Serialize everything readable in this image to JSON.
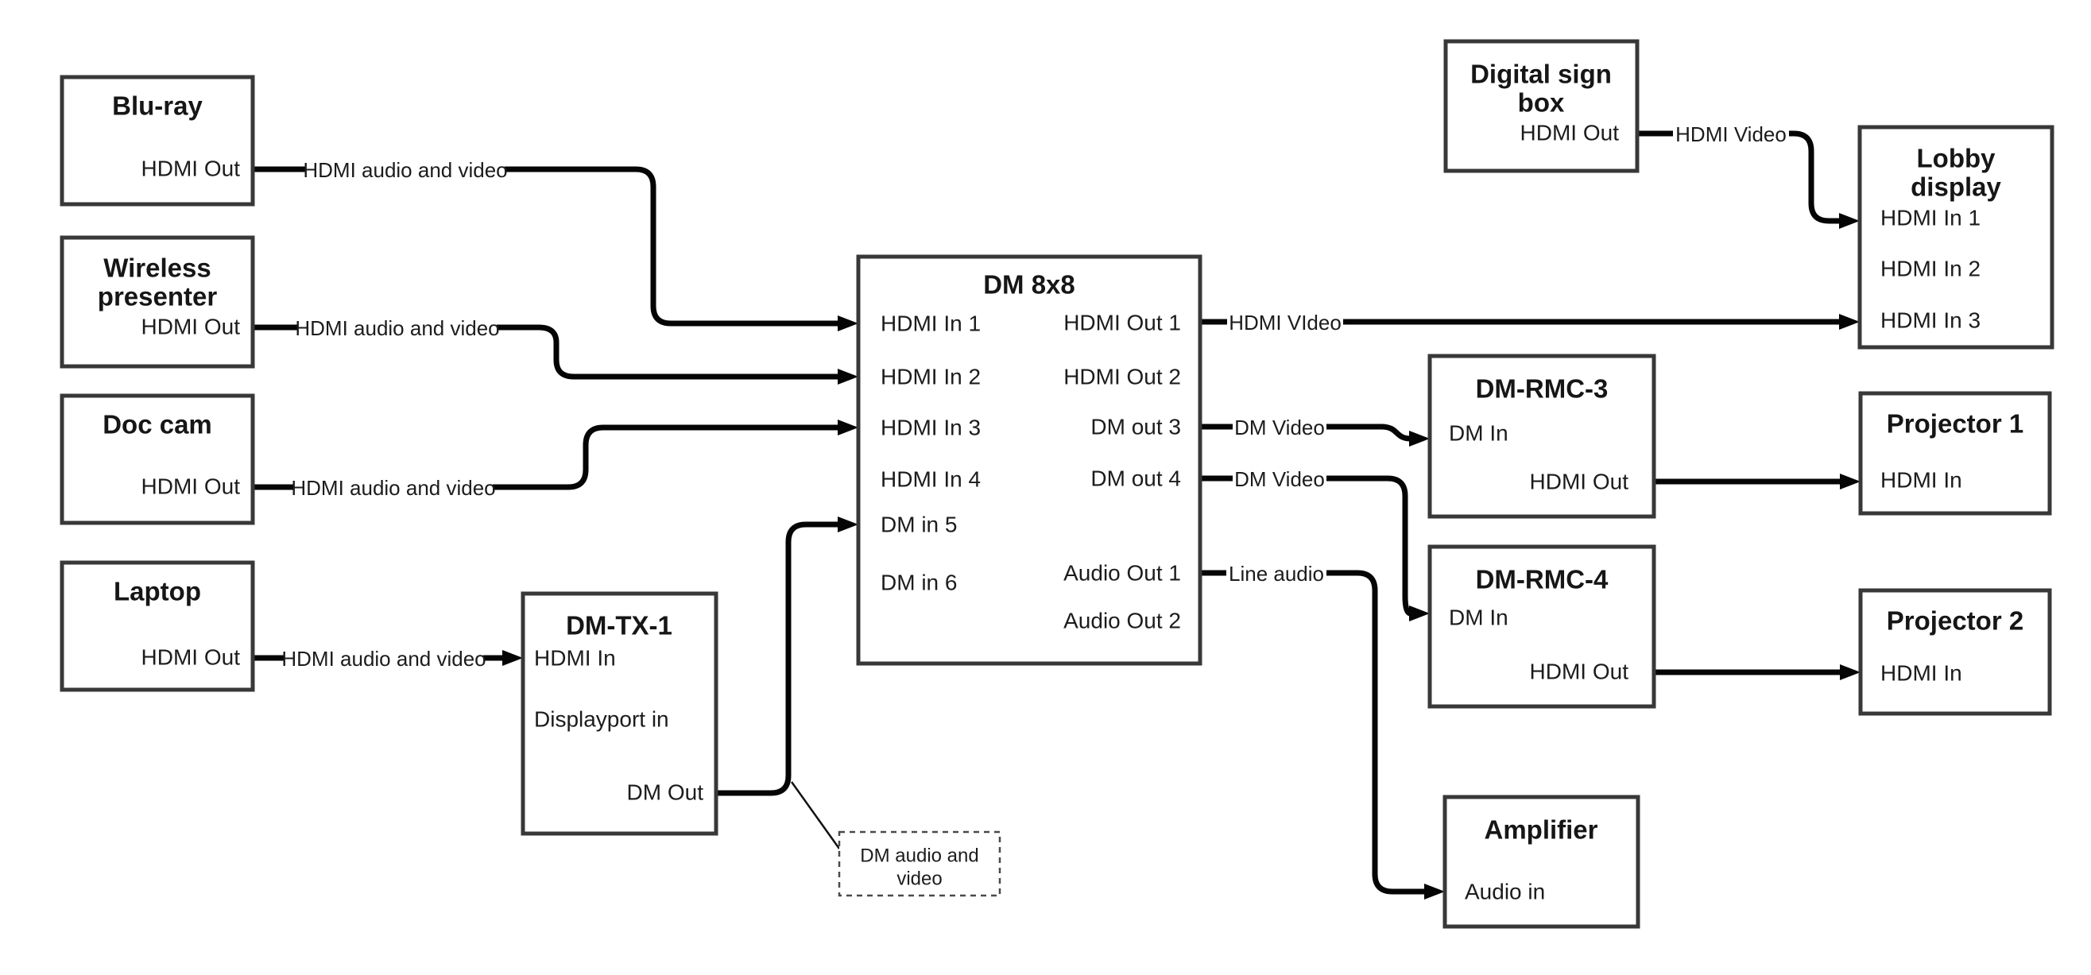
{
  "diagram_type": "av-signal-flow-diagram",
  "colors": {
    "background": "#ffffff",
    "wire": "#050505",
    "box_border": "#383838",
    "text": "#1c1c1c"
  },
  "nodes": {
    "bluray": {
      "title": "Blu-ray",
      "port_out": "HDMI Out"
    },
    "wireless": {
      "title1": "Wireless",
      "title2": "presenter",
      "port_out": "HDMI Out"
    },
    "doc_cam": {
      "title": "Doc cam",
      "port_out": "HDMI Out"
    },
    "laptop": {
      "title": "Laptop",
      "port_out": "HDMI Out"
    },
    "dm_tx_1": {
      "title": "DM-TX-1",
      "port_hdmi_in": "HDMI In",
      "port_dp_in": "Displayport in",
      "port_dm_out": "DM Out"
    },
    "dm_8x8": {
      "title": "DM 8x8",
      "in1": "HDMI In 1",
      "in2": "HDMI In 2",
      "in3": "HDMI In 3",
      "in4": "HDMI In 4",
      "in5": "DM in 5",
      "in6": "DM in 6",
      "out1": "HDMI Out 1",
      "out2": "HDMI Out 2",
      "out3": "DM out 3",
      "out4": "DM out 4",
      "aout1": "Audio Out 1",
      "aout2": "Audio Out 2"
    },
    "digital_sign": {
      "title1": "Digital sign",
      "title2": "box",
      "port_out": "HDMI Out"
    },
    "lobby_display": {
      "title1": "Lobby",
      "title2": "display",
      "in1": "HDMI In 1",
      "in2": "HDMI In 2",
      "in3": "HDMI In 3"
    },
    "dm_rmc_3": {
      "title": "DM-RMC-3",
      "port_in": "DM In",
      "port_out": "HDMI Out"
    },
    "dm_rmc_4": {
      "title": "DM-RMC-4",
      "port_in": "DM In",
      "port_out": "HDMI Out"
    },
    "projector_1": {
      "title": "Projector 1",
      "port_in": "HDMI In"
    },
    "projector_2": {
      "title": "Projector 2",
      "port_in": "HDMI In"
    },
    "amplifier": {
      "title": "Amplifier",
      "port_in": "Audio in"
    }
  },
  "edge_labels": {
    "bluray_to_in1": "HDMI audio and video",
    "wireless_to_in2": "HDMI audio and video",
    "doccam_to_in3": "HDMI audio and video",
    "laptop_to_tx": "HDMI audio and video",
    "out1_to_lobby": "HDMI VIdeo",
    "sign_to_lobby": "HDMI Video",
    "out3_to_rmc3": "DM Video",
    "out4_to_rmc4": "DM Video",
    "aout1_to_amp": "Line audio"
  },
  "note": {
    "line1": "DM audio and",
    "line2": "video"
  }
}
